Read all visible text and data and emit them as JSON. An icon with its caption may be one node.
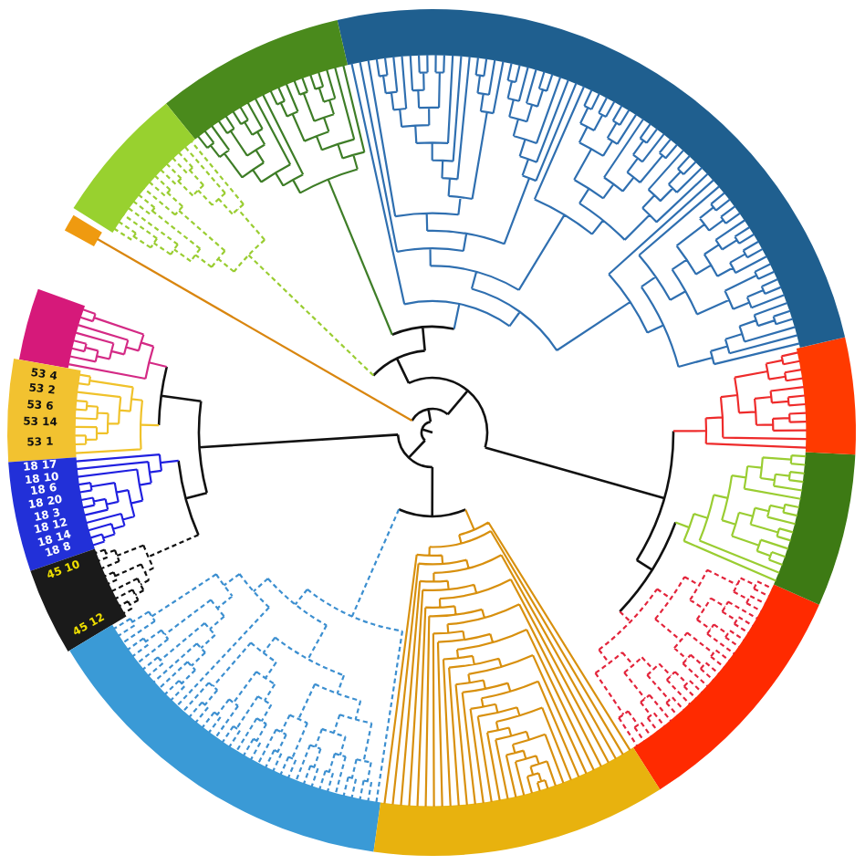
{
  "diagram": {
    "labels": [
      "53 4",
      "53 2",
      "53 6",
      "53 14",
      "53 1",
      "18 17",
      "18 10",
      "18 6",
      "18 20",
      "18 3",
      "18 12",
      "18 14",
      "18 8",
      "45 10",
      "45 12"
    ]
  }
}
